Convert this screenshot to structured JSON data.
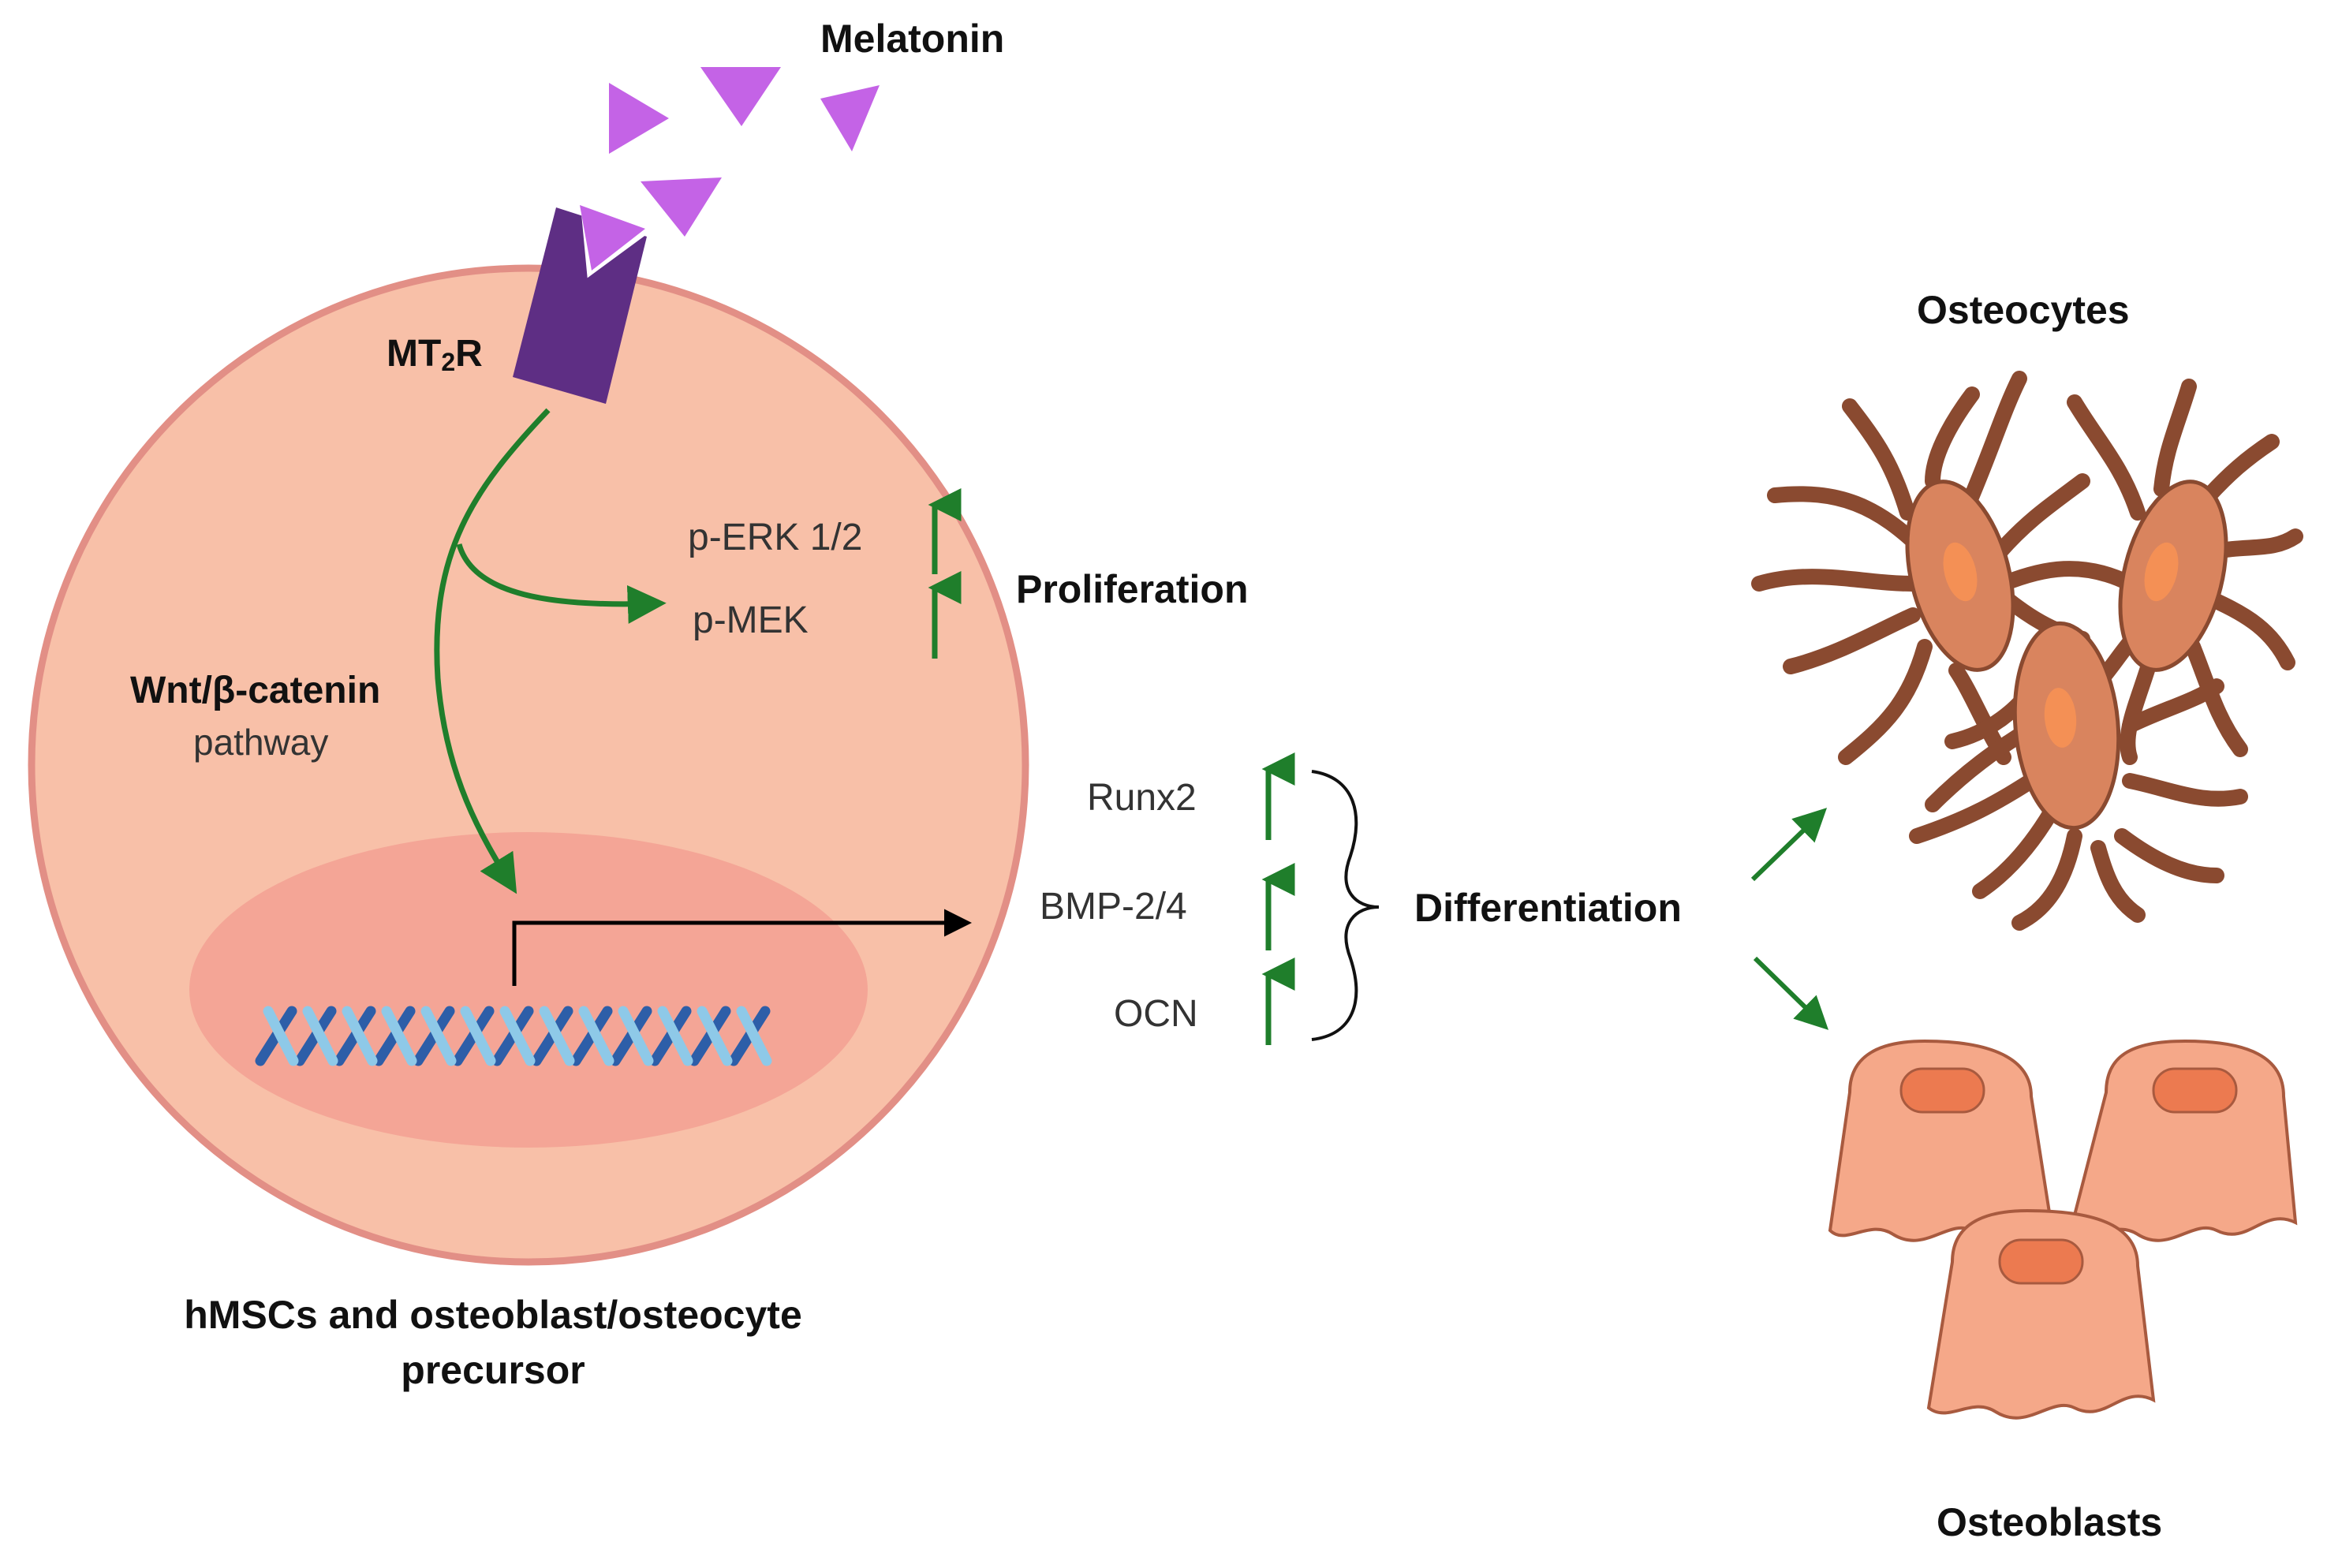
{
  "labels": {
    "melatonin": "Melatonin",
    "receptor_main": "MT",
    "receptor_sub": "2",
    "receptor_tail": "R",
    "p_erk": "p-ERK 1/2",
    "p_mek": "p-MEK",
    "proliferation": "Proliferation",
    "wnt_title": "Wnt/β-catenin",
    "wnt_sub": "pathway",
    "runx2": "Runx2",
    "bmp": "BMP-2/4",
    "ocn": "OCN",
    "differentiation": "Differentiation",
    "cell_caption_line1": "hMSCs and osteoblast/osteocyte",
    "cell_caption_line2": "precursor",
    "osteocytes": "Osteocytes",
    "osteoblasts": "Osteoblasts"
  },
  "colors": {
    "cell_fill": "#f8c0a8",
    "cell_border": "#e28f86",
    "nucleus_fill": "#f4a596",
    "melatonin": "#c463e6",
    "receptor": "#5e2e84",
    "green_arrow": "#1f7e2b",
    "dna_dark": "#2d5ea8",
    "dna_light": "#8ec9e8",
    "osteocyte_fill": "#d9845e",
    "osteocyte_stroke": "#8a4a30",
    "osteocyte_nucleus": "#f49055",
    "osteoblast_fill": "#f5a889",
    "osteoblast_stroke": "#a85a3f",
    "osteoblast_nucleus": "#ec7a50"
  },
  "indicators": {
    "p_erk": "up",
    "p_mek": "up",
    "runx2": "up",
    "bmp": "up",
    "ocn": "up"
  }
}
